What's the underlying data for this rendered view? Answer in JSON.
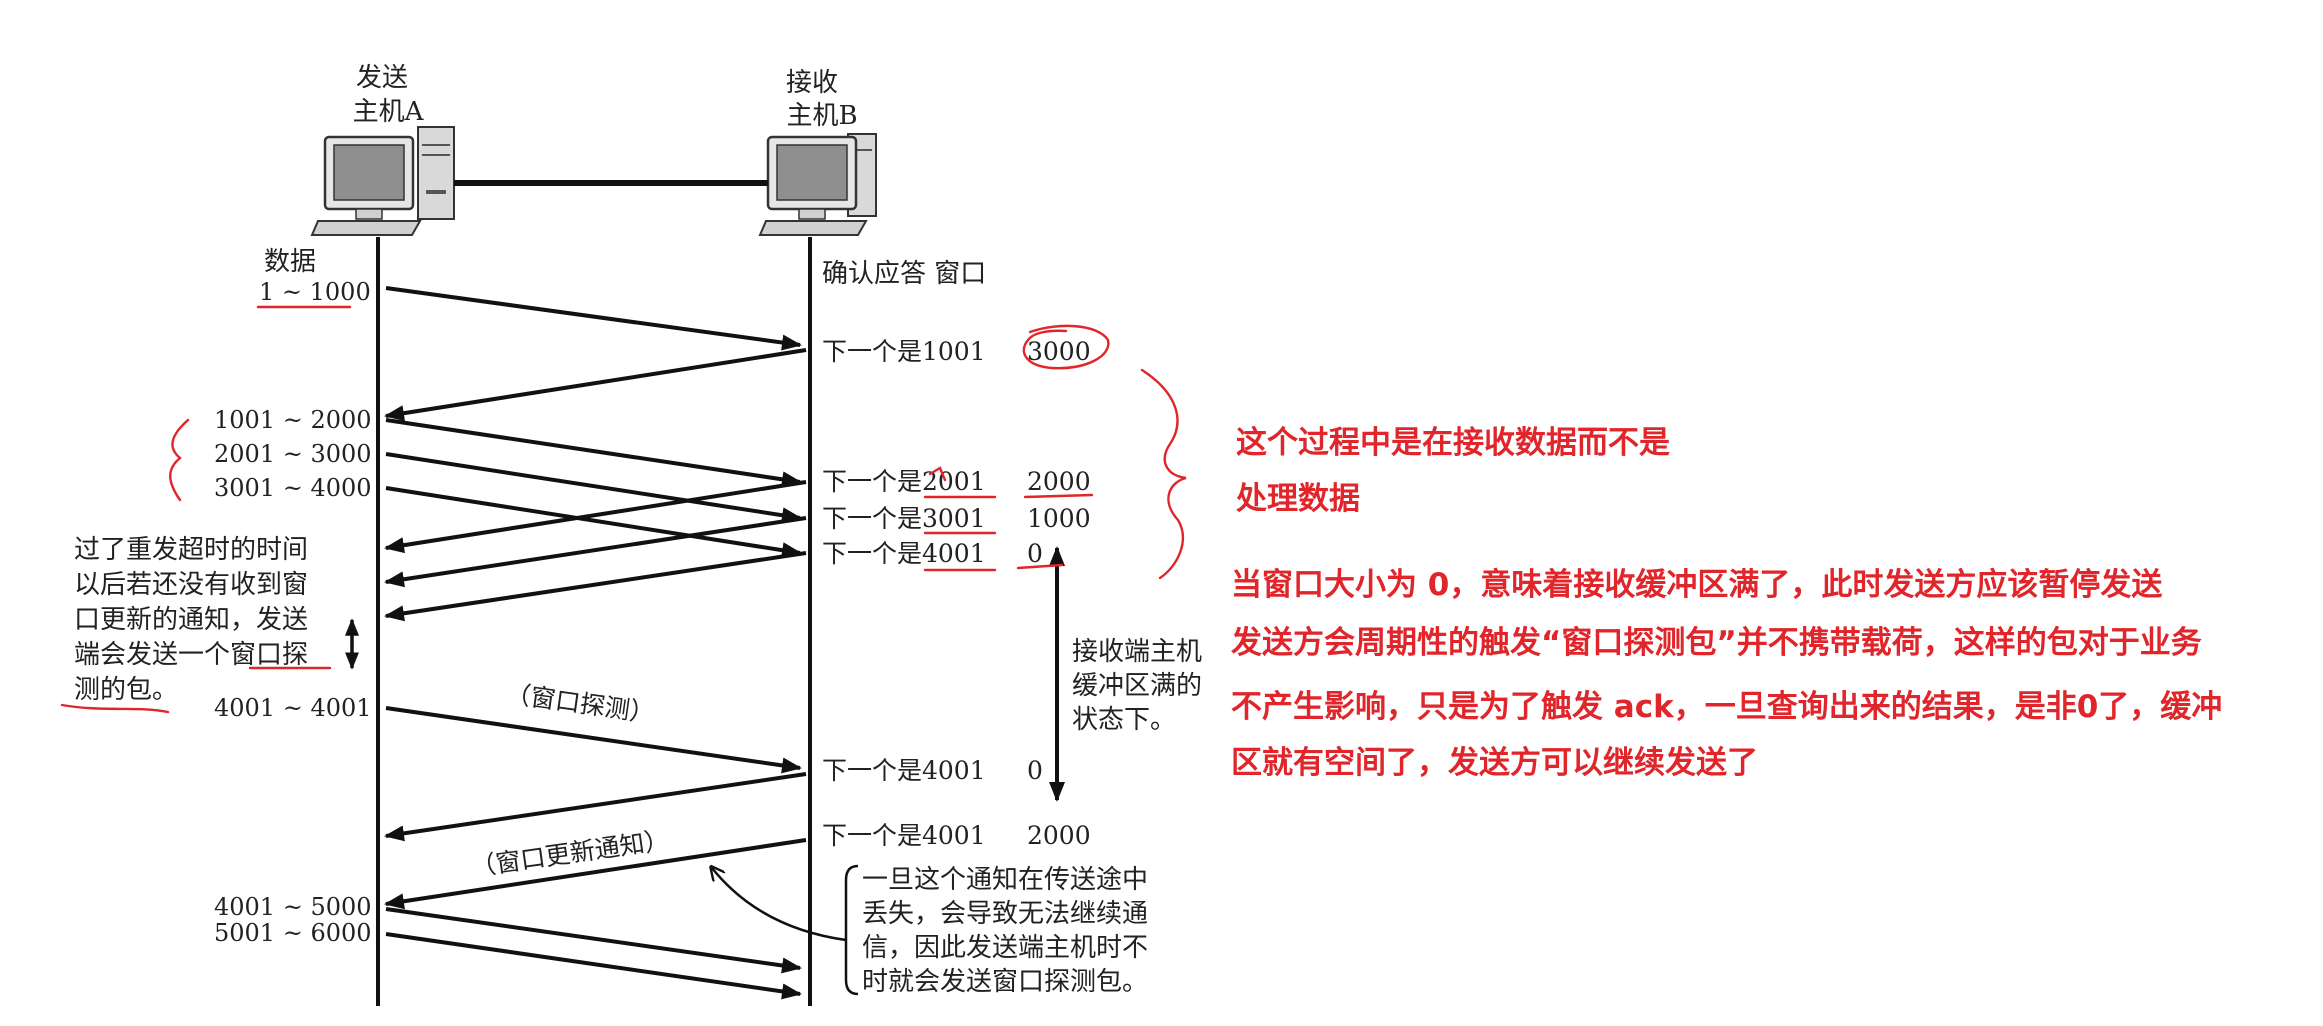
{
  "hosts": {
    "sender": {
      "label_line1": "发送",
      "label_line2": "主机A"
    },
    "receiver": {
      "label_line1": "接收",
      "label_line2": "主机B"
    }
  },
  "sender_side": {
    "data_heading": "数据",
    "segments": [
      {
        "id": "seg-1",
        "label": "1 ~ 1000"
      },
      {
        "id": "seg-2",
        "label": "1001 ~ 2000"
      },
      {
        "id": "seg-3",
        "label": "2001 ~ 3000"
      },
      {
        "id": "seg-4",
        "label": "3001 ~ 4000"
      },
      {
        "id": "seg-5",
        "label": "4001 ~ 4001"
      },
      {
        "id": "seg-6",
        "label": "4001 ~ 5000"
      },
      {
        "id": "seg-7",
        "label": "5001 ~ 6000"
      }
    ],
    "timeout_note": [
      "过了重发超时的时间",
      "以后若还没有收到窗",
      "口更新的通知，发送",
      "端会发送一个窗口探",
      "测的包。"
    ]
  },
  "receiver_side": {
    "heading": "确认应答 窗口",
    "acks": [
      {
        "id": "ack-1",
        "ack": "下一个是1001",
        "window": "3000"
      },
      {
        "id": "ack-2",
        "ack": "下一个是2001",
        "window": "2000"
      },
      {
        "id": "ack-3",
        "ack": "下一个是3001",
        "window": "1000"
      },
      {
        "id": "ack-4",
        "ack": "下一个是4001",
        "window": "0"
      },
      {
        "id": "ack-5",
        "ack": "下一个是4001",
        "window": "0"
      },
      {
        "id": "ack-6",
        "ack": "下一个是4001",
        "window": "2000"
      }
    ],
    "buffer_full_note": [
      "接收端主机",
      "缓冲区满的",
      "状态下。"
    ],
    "loss_note": [
      "一旦这个通知在传送途中",
      "丢失，会导致无法继续通",
      "信，因此发送端主机时不",
      "时就会发送窗口探测包。"
    ]
  },
  "arrow_labels": {
    "window_probe": "（窗口探测）",
    "window_update": "（窗口更新通知）"
  },
  "annotations": {
    "process_note": [
      "这个过程中是在接收数据而不是",
      "处理数据"
    ],
    "zero_window_note": [
      "当窗口大小为 0，意味着接收缓冲区满了，此时发送方应该暂停发送",
      "发送方会周期性的触发“窗口探测包”并不携带载荷，这样的包对于业务",
      "不产生影响，只是为了触发 ack，一旦查询出来的结果，是非0了，缓冲",
      "区就有空间了，发送方可以继续发送了"
    ],
    "color": "#e0252b"
  }
}
